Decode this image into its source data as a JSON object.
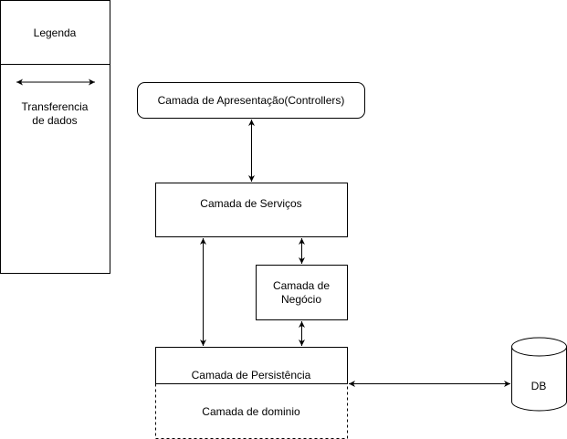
{
  "legend": {
    "title": "Legenda",
    "arrow_line1": "Transferencia",
    "arrow_line2": "de dados"
  },
  "nodes": {
    "presentation": "Camada de Apresentação(Controllers)",
    "services": "Camada de Serviços",
    "business_line1": "Camada de",
    "business_line2": "Negócio",
    "persistence": "Camada de Persistência",
    "domain": "Camada de dominio",
    "db": "DB"
  },
  "colors": {
    "stroke": "#000000",
    "fill": "#ffffff"
  }
}
